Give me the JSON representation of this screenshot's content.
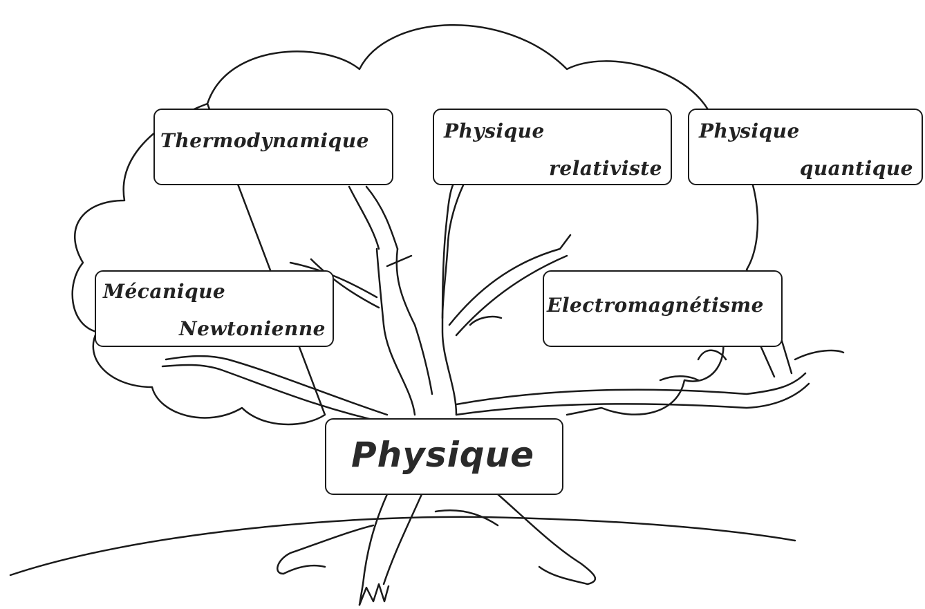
{
  "diagram": {
    "root": {
      "label": "Physique"
    },
    "branches": [
      {
        "id": "thermo",
        "label": "Thermodynamique"
      },
      {
        "id": "relat",
        "line1": "Physique",
        "line2": "relativiste"
      },
      {
        "id": "quant",
        "line1": "Physique",
        "line2": "quantique"
      },
      {
        "id": "meca",
        "line1": "Mécanique",
        "line2": "Newtonienne"
      },
      {
        "id": "electro",
        "label": "Electromagnétisme"
      }
    ],
    "colors": {
      "ink": "#1a1a1a",
      "text": "#222222",
      "background": "#ffffff"
    }
  }
}
